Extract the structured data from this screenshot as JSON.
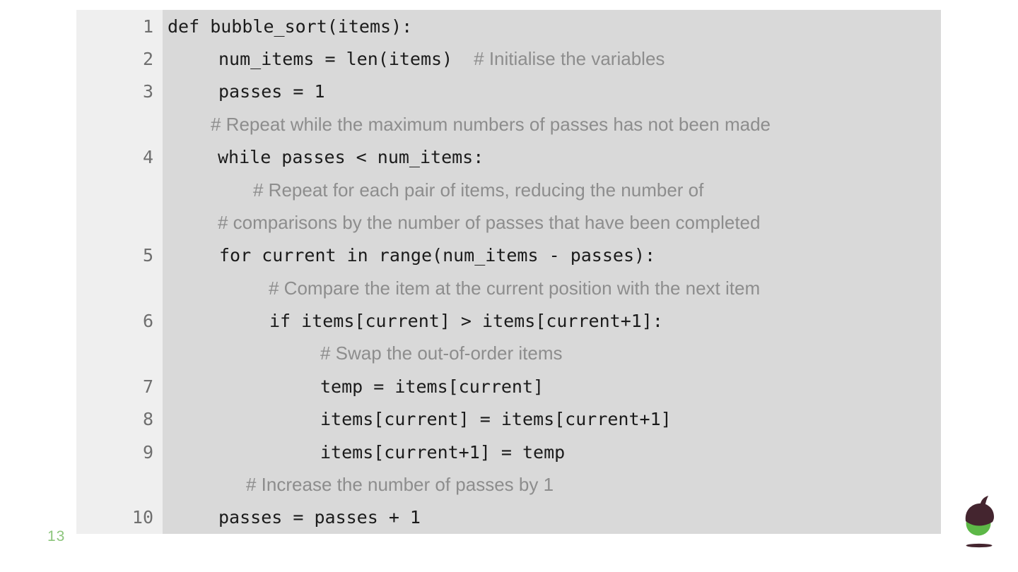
{
  "page": {
    "number": "13",
    "number_color": "#8cc57c"
  },
  "logo": {
    "name": "oak-acorn-logo",
    "green_color": "#5db847",
    "dark_color": "#44252f"
  },
  "code_block": {
    "language": "python",
    "bg_color": "#d9d9d9",
    "gutter_bg_color": "#efefef",
    "rows": [
      {
        "line": "1",
        "code": "def bubble_sort(items):",
        "indent": 7
      },
      {
        "line": "2",
        "code": "num_items = len(items)",
        "comment": "# Initialise the variables",
        "indent": 79
      },
      {
        "line": "3",
        "code": "passes = 1",
        "indent": 79
      },
      {
        "comment": "# Repeat while the maximum numbers of passes has not been made",
        "indent": 68
      },
      {
        "line": "4",
        "code": "while passes < num_items:",
        "indent": 78
      },
      {
        "comment": "# Repeat for each pair of items, reducing the number of",
        "indent": 128
      },
      {
        "comment": "# comparisons by the number of passes that have been completed",
        "indent": 78
      },
      {
        "line": "5",
        "code": "for current in range(num_items - passes):",
        "indent": 80
      },
      {
        "comment": "# Compare the item at the current position with the next item",
        "indent": 150
      },
      {
        "line": "6",
        "code": "if items[current] > items[current+1]:",
        "indent": 151
      },
      {
        "comment": "# Swap the out-of-order items",
        "indent": 223
      },
      {
        "line": "7",
        "code": "temp = items[current]",
        "indent": 223
      },
      {
        "line": "8",
        "code": "items[current] = items[current+1]",
        "indent": 223
      },
      {
        "line": "9",
        "code": "items[current+1] = temp",
        "indent": 223
      },
      {
        "comment": "# Increase the number of passes by 1",
        "indent": 118
      },
      {
        "line": "10",
        "code": "passes = passes + 1",
        "indent": 79
      }
    ]
  }
}
